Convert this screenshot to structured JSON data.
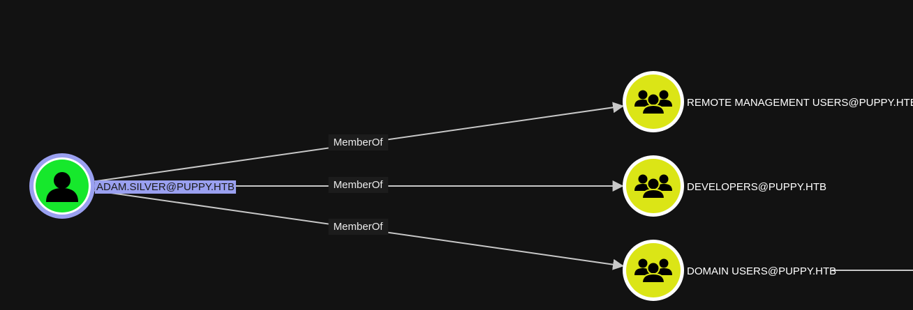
{
  "graph": {
    "background": "#121212",
    "source_node": {
      "label": "ADAM.SILVER@PUPPY.HTB",
      "type": "user",
      "icon": "user-icon",
      "fill_color": "#16e82c",
      "ring_color": "#9aa0f0",
      "selected": true
    },
    "target_nodes": [
      {
        "label": "REMOTE MANAGEMENT USERS@PUPPY.HTB",
        "type": "group",
        "icon": "group-icon",
        "fill_color": "#dbe516"
      },
      {
        "label": "DEVELOPERS@PUPPY.HTB",
        "type": "group",
        "icon": "group-icon",
        "fill_color": "#dbe516"
      },
      {
        "label": "DOMAIN USERS@PUPPY.HTB",
        "type": "group",
        "icon": "group-icon",
        "fill_color": "#dbe516"
      }
    ],
    "edges": [
      {
        "from": "ADAM.SILVER@PUPPY.HTB",
        "to": "REMOTE MANAGEMENT USERS@PUPPY.HTB",
        "label": "MemberOf"
      },
      {
        "from": "ADAM.SILVER@PUPPY.HTB",
        "to": "DEVELOPERS@PUPPY.HTB",
        "label": "MemberOf"
      },
      {
        "from": "ADAM.SILVER@PUPPY.HTB",
        "to": "DOMAIN USERS@PUPPY.HTB",
        "label": "MemberOf"
      }
    ]
  }
}
